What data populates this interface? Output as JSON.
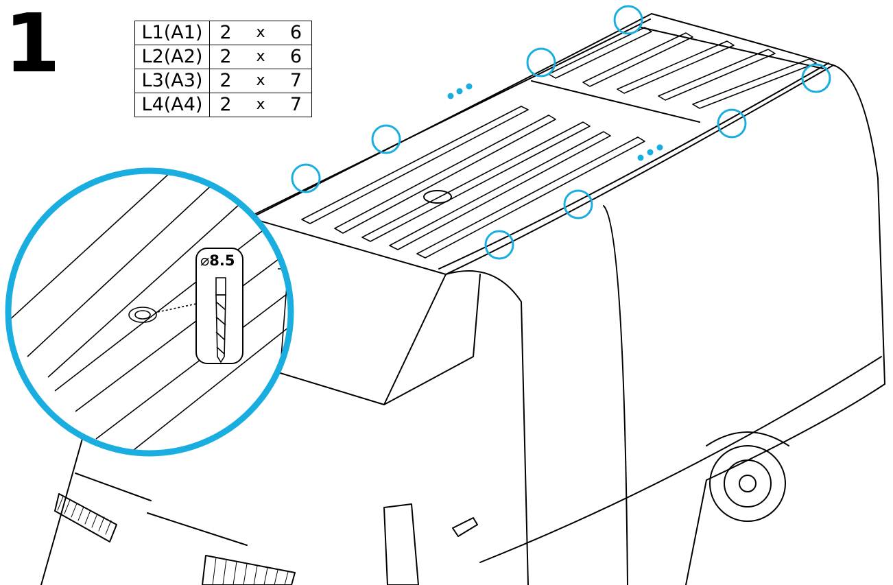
{
  "step_number": "1",
  "spec_table": {
    "rows": [
      {
        "code": "L1(A1)",
        "qty": "2",
        "mul": "x",
        "count": "6"
      },
      {
        "code": "L2(A2)",
        "qty": "2",
        "mul": "x",
        "count": "6"
      },
      {
        "code": "L3(A3)",
        "qty": "2",
        "mul": "x",
        "count": "7"
      },
      {
        "code": "L4(A4)",
        "qty": "2",
        "mul": "x",
        "count": "7"
      }
    ]
  },
  "drill": {
    "diameter_symbol": "⌀",
    "diameter_value": "8.5"
  },
  "colors": {
    "callout": "#1aaee0",
    "line": "#000000"
  },
  "icons": [
    "van-outline-icon",
    "drill-bit-icon",
    "mounting-hole-icon",
    "ellipsis-dots-icon"
  ]
}
